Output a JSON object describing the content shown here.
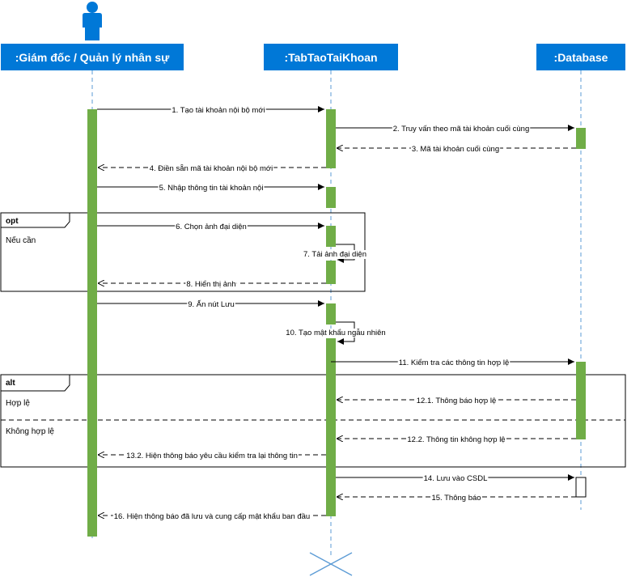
{
  "lifelines": {
    "manager": ":Giám đốc / Quản lý nhân sự",
    "tab": ":TabTaoTaiKhoan",
    "db": ":Database"
  },
  "messages": {
    "m1": "1. Tạo tài khoản nội bộ mới",
    "m2": "2. Truy vấn theo mã tài khoản cuối cùng",
    "m3": "3. Mã tài khoản cuối cùng",
    "m4": "4. Điền sẵn mã tài khoản nội bộ mới",
    "m5": "5. Nhập thông tin tài khoản nội",
    "m6": "6. Chọn ảnh đại diện",
    "m7": "7. Tải ảnh đại diện",
    "m8": "8. Hiển thị ảnh",
    "m9": "9. Ấn nút Lưu",
    "m10": "10. Tạo mật khẩu ngẫu nhiên",
    "m11": "11. Kiểm tra các thông tin hợp lệ",
    "m12_1": "12.1. Thông báo hợp lệ",
    "m12_2": "12.2. Thông tin không hợp lệ",
    "m13_2": "13.2. Hiện thông báo yêu cầu kiểm tra lại thông tin",
    "m14": "14. Lưu vào CSDL",
    "m15": "15. Thông báo",
    "m16": "16. Hiện thông báo đã lưu và cung cấp mật khẩu ban đầu"
  },
  "fragments": {
    "opt": {
      "tag": "opt",
      "guard": "Nếu cần"
    },
    "alt": {
      "tag": "alt",
      "guard_valid": "Hợp lệ",
      "guard_invalid": "Không hợp lệ"
    }
  },
  "colors": {
    "lifeline_header": "#0078d7",
    "activation": "#70ad47",
    "lifeline_dash": "#5b9bd5",
    "destroy_mark": "#5b9bd5"
  },
  "icons": {
    "actor": "person-icon",
    "destroy": "destroy-x-icon"
  }
}
